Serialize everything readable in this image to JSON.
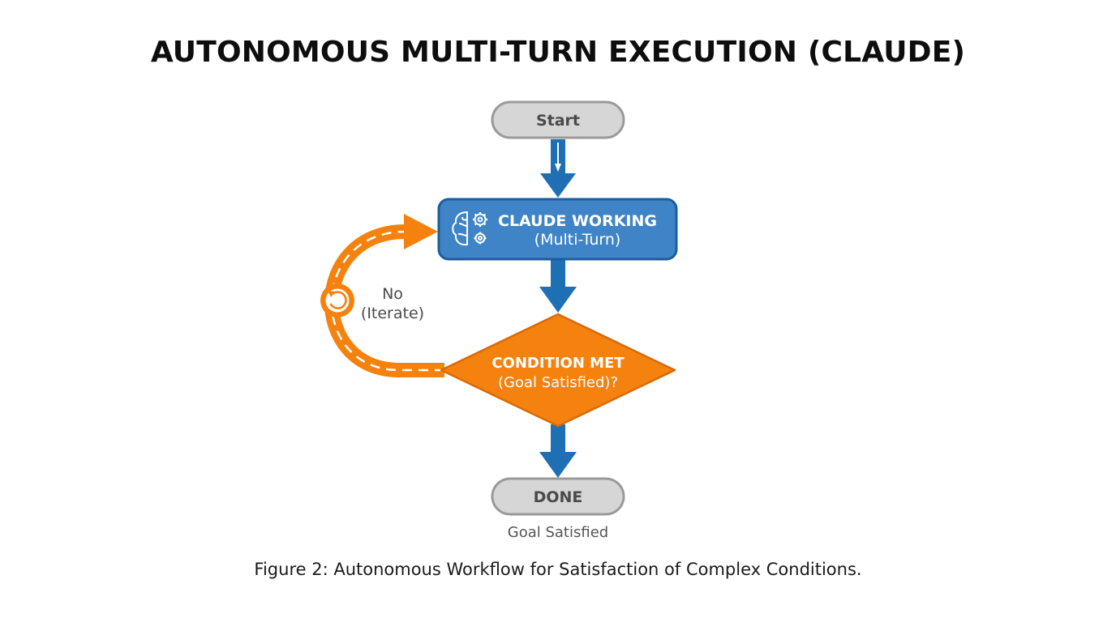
{
  "title": "AUTONOMOUS MULTI-TURN EXECUTION (CLAUDE)",
  "nodes": {
    "start": {
      "label": "Start"
    },
    "working": {
      "label": "CLAUDE WORKING",
      "sublabel": "(Multi-Turn)",
      "icon": "brain-gears-icon"
    },
    "condition": {
      "label": "CONDITION MET",
      "sublabel": "(Goal Satisfied)?"
    },
    "done": {
      "label": "DONE",
      "note": "Goal Satisfied"
    }
  },
  "loop": {
    "label_line1": "No",
    "label_line2": "(Iterate)",
    "icon": "refresh-icon"
  },
  "caption": "Figure 2: Autonomous Workflow for Satisfaction of Complex Conditions.",
  "colors": {
    "blue": "#1f6fb5",
    "blue_box": "#3f84c6",
    "orange": "#f5820f",
    "gray_fill": "#d6d6d6",
    "gray_stroke": "#9a9a9a",
    "text_dark": "#4a4a4a"
  }
}
